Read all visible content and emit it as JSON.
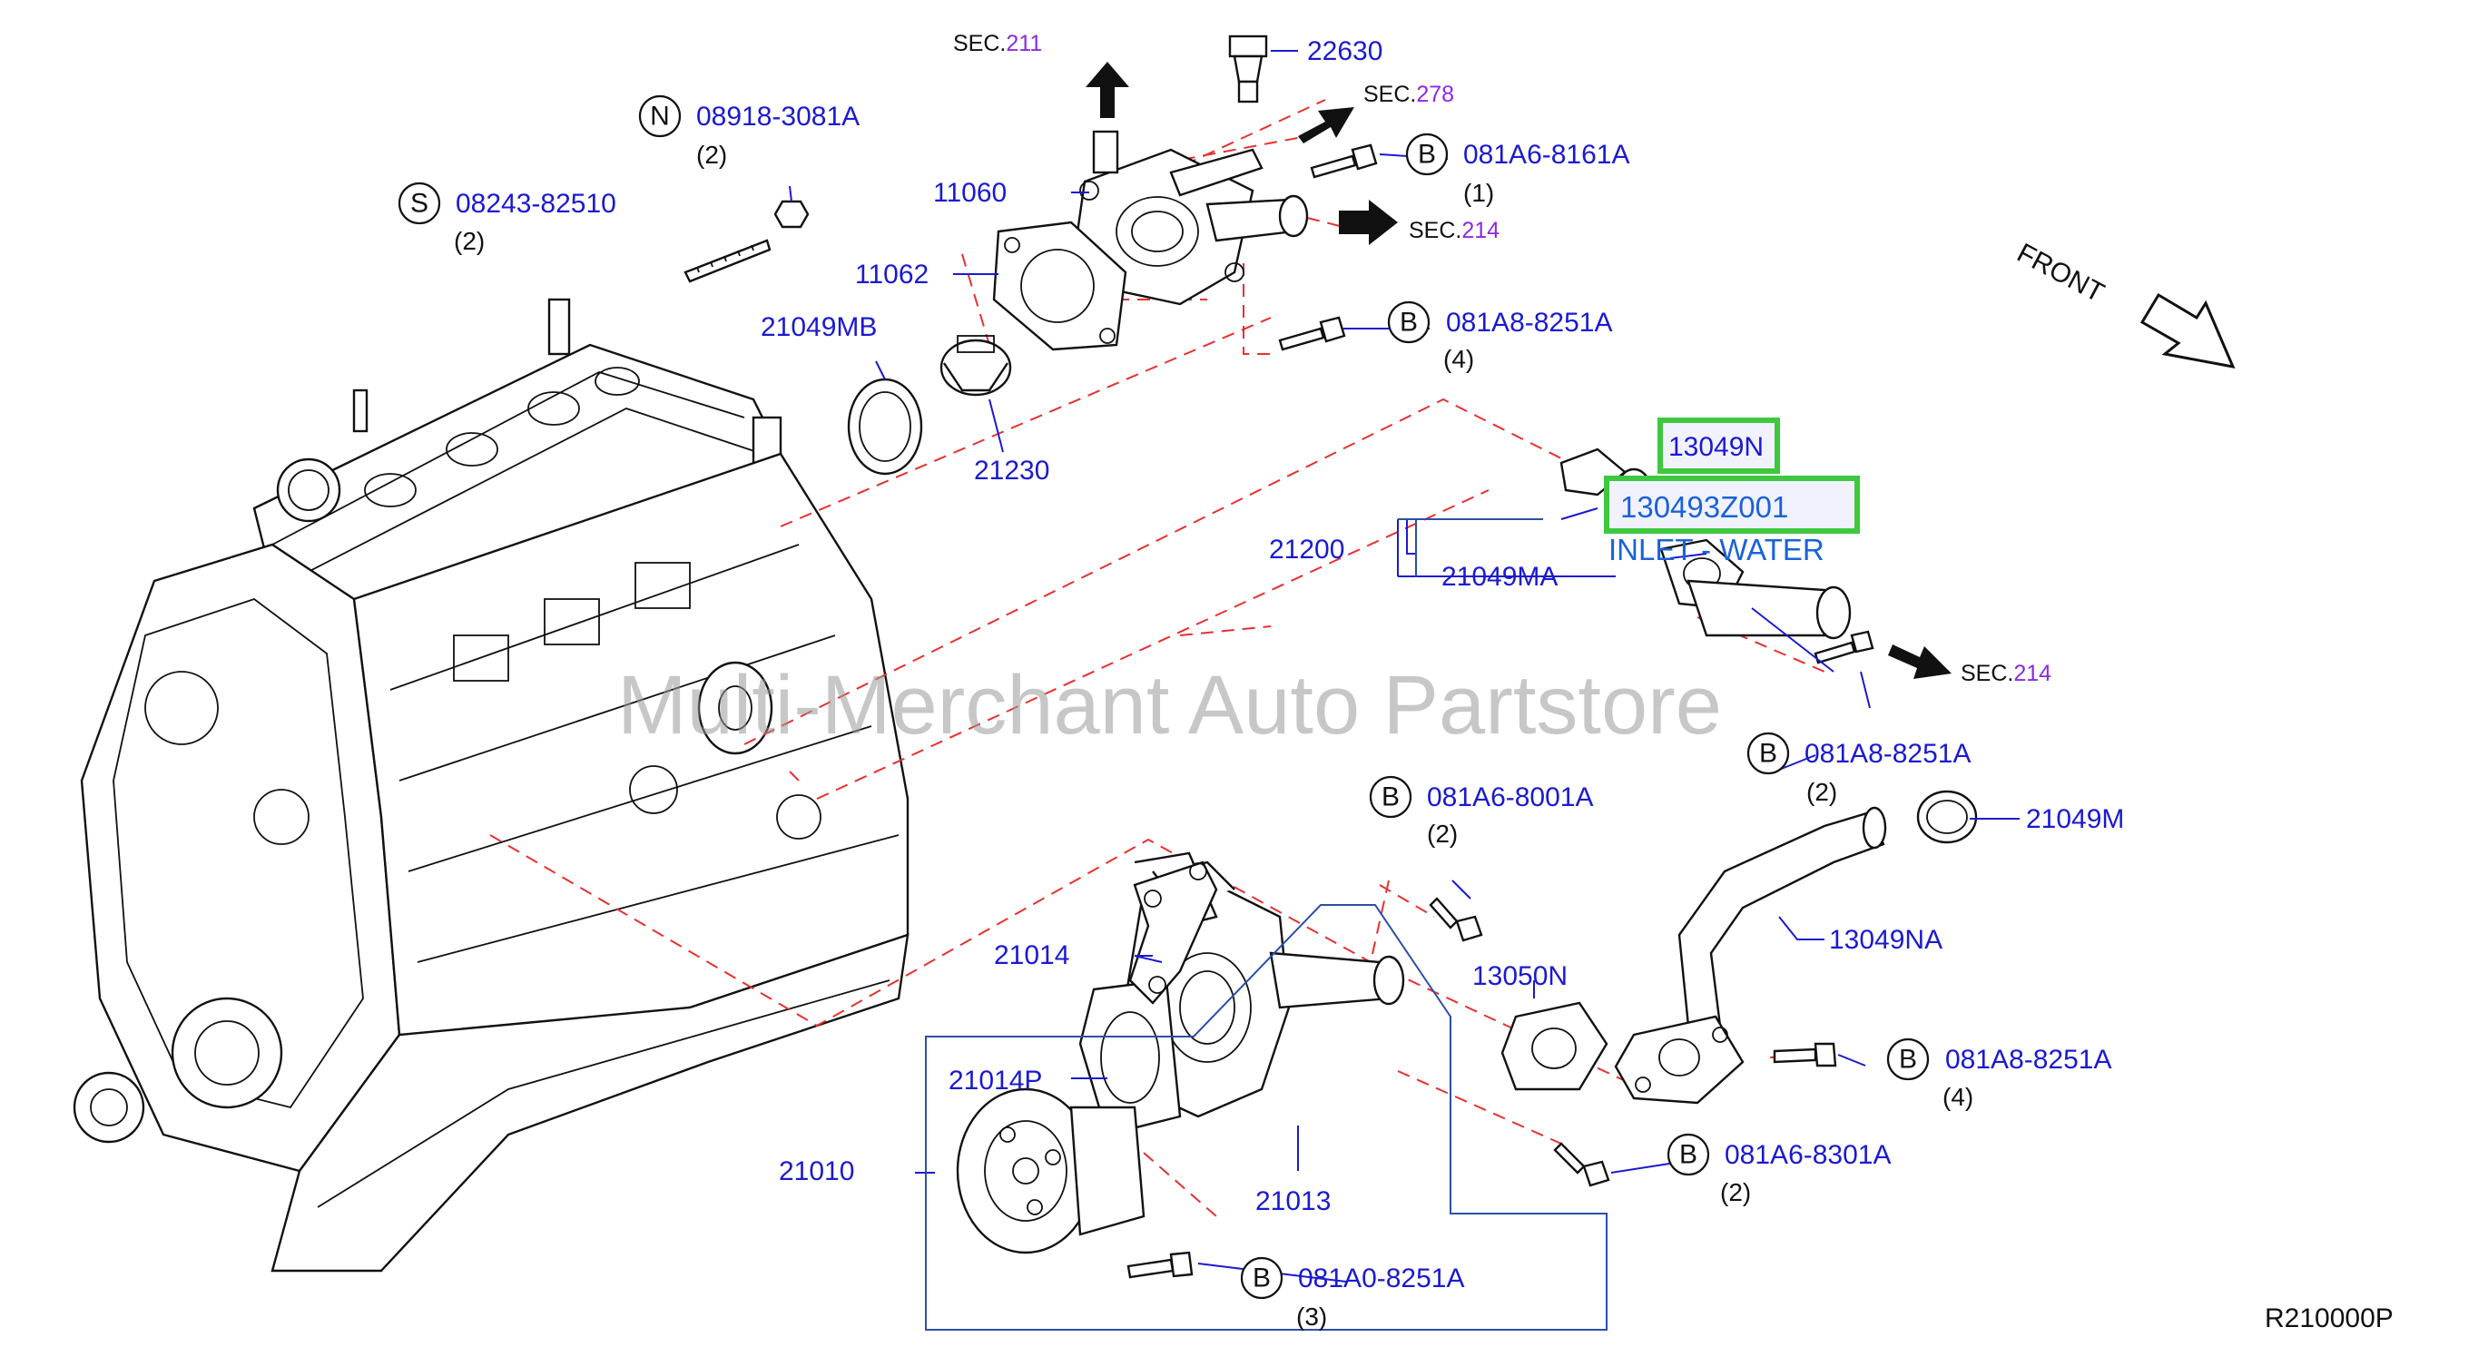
{
  "parts": [
    {
      "id": "p22630",
      "number": "22630"
    },
    {
      "id": "p11060",
      "number": "11060"
    },
    {
      "id": "p11062",
      "number": "11062"
    },
    {
      "id": "p21049MB",
      "number": "21049MB"
    },
    {
      "id": "p21230",
      "number": "21230"
    },
    {
      "id": "p21200",
      "number": "21200"
    },
    {
      "id": "p21049MA",
      "number": "21049MA"
    },
    {
      "id": "p13049N",
      "number": "13049N"
    },
    {
      "id": "p13049Z",
      "number": "130493Z001"
    },
    {
      "id": "p21049M",
      "number": "21049M"
    },
    {
      "id": "p13049NA",
      "number": "13049NA"
    },
    {
      "id": "p13050N",
      "number": "13050N"
    },
    {
      "id": "p21014",
      "number": "21014"
    },
    {
      "id": "p21014P",
      "number": "21014P"
    },
    {
      "id": "p21013",
      "number": "21013"
    },
    {
      "id": "p21010",
      "number": "21010"
    }
  ],
  "inlet_label": "INLET - WATER",
  "fasteners": [
    {
      "id": "fN",
      "letter": "N",
      "number": "08918-3081A",
      "qty": "(2)"
    },
    {
      "id": "fS",
      "letter": "S",
      "number": "08243-82510",
      "qty": "(2)"
    },
    {
      "id": "fB1",
      "letter": "B",
      "number": "081A6-8161A",
      "qty": "(1)"
    },
    {
      "id": "fB2",
      "letter": "B",
      "number": "081A8-8251A",
      "qty": "(4)"
    },
    {
      "id": "fB3",
      "letter": "B",
      "number": "081A8-8251A",
      "qty": "(2)"
    },
    {
      "id": "fB4",
      "letter": "B",
      "number": "081A6-8001A",
      "qty": "(2)"
    },
    {
      "id": "fB5",
      "letter": "B",
      "number": "081A8-8251A",
      "qty": "(4)"
    },
    {
      "id": "fB6",
      "letter": "B",
      "number": "081A6-8301A",
      "qty": "(2)"
    },
    {
      "id": "fB7",
      "letter": "B",
      "number": "081A0-8251A",
      "qty": "(3)"
    }
  ],
  "sections": [
    {
      "id": "s211",
      "prefix": "SEC.",
      "num": "211"
    },
    {
      "id": "s278",
      "prefix": "SEC.",
      "num": "278"
    },
    {
      "id": "s214a",
      "prefix": "SEC.",
      "num": "214"
    },
    {
      "id": "s214b",
      "prefix": "SEC.",
      "num": "214"
    }
  ],
  "front_label": "FRONT",
  "watermark": "Multi-Merchant Auto Partstore",
  "figure_code": "R210000P",
  "colors": {
    "part_number": "#1a1ad0",
    "section_number": "#8a2be2",
    "highlight_border": "#3ec83e",
    "dashed_line": "#e83030",
    "highlight_text": "#1a62d8"
  }
}
